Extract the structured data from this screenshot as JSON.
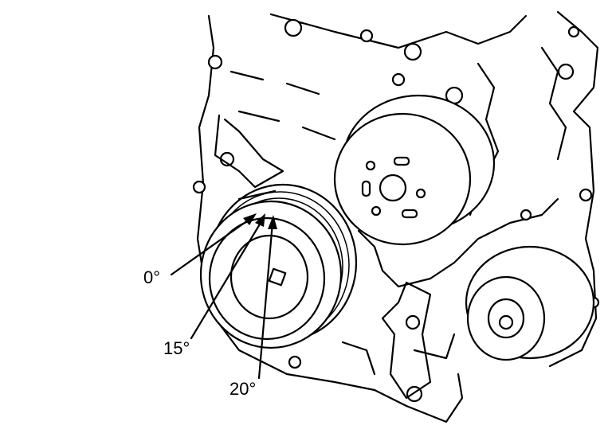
{
  "labels": {
    "mark_0": "0°",
    "mark_15": "15°",
    "mark_20": "20°"
  }
}
